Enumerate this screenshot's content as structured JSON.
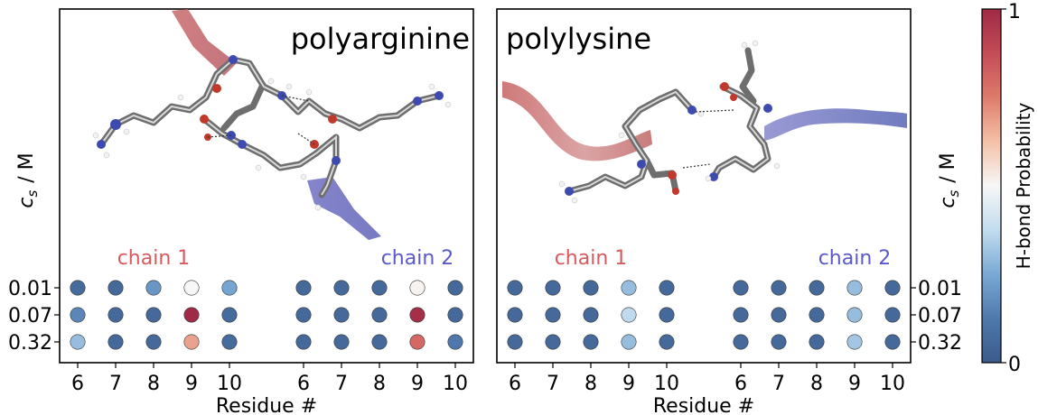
{
  "colorbar": {
    "label": "H-bond Probability",
    "tick_top": "1",
    "tick_bottom": "0",
    "range": [
      0,
      1
    ],
    "colors": [
      "#3b5a8a",
      "#4f79ac",
      "#7aa9d4",
      "#c2dcee",
      "#f7f7f7",
      "#f4c1a8",
      "#de7b6c",
      "#c44c57",
      "#9e2a45"
    ]
  },
  "axis_label_cs": "c",
  "axis_label_cs_sub": "s",
  "axis_label_cs_unit": "/ M",
  "chart_data": [
    {
      "type": "heatmap",
      "title": "polyarginine",
      "xlabel": "Residue #",
      "chain_labels": [
        "chain 1",
        "chain 2"
      ],
      "chain_colors": [
        "#d75a5f",
        "#5b59c8"
      ],
      "x_categories": [
        "6",
        "7",
        "8",
        "9",
        "10"
      ],
      "y_categories": [
        "0.01",
        "0.07",
        "0.32"
      ],
      "values": {
        "chain 1": [
          [
            0.07,
            0.06,
            0.2,
            0.5,
            0.24
          ],
          [
            0.16,
            0.06,
            0.06,
            1.0,
            0.07
          ],
          [
            0.3,
            0.06,
            0.06,
            0.68,
            0.07
          ]
        ],
        "chain 2": [
          [
            0.06,
            0.06,
            0.06,
            0.51,
            0.06
          ],
          [
            0.06,
            0.06,
            0.06,
            0.98,
            0.06
          ],
          [
            0.06,
            0.06,
            0.06,
            0.8,
            0.12
          ]
        ]
      }
    },
    {
      "type": "heatmap",
      "title": "polylysine",
      "xlabel": "Residue #",
      "chain_labels": [
        "chain 1",
        "chain 2"
      ],
      "chain_colors": [
        "#d75a5f",
        "#5b59c8"
      ],
      "x_categories": [
        "6",
        "7",
        "8",
        "9",
        "10"
      ],
      "y_categories": [
        "0.01",
        "0.07",
        "0.32"
      ],
      "values": {
        "chain 1": [
          [
            0.06,
            0.06,
            0.06,
            0.3,
            0.06
          ],
          [
            0.06,
            0.06,
            0.06,
            0.37,
            0.06
          ],
          [
            0.06,
            0.06,
            0.06,
            0.3,
            0.06
          ]
        ],
        "chain 2": [
          [
            0.06,
            0.06,
            0.06,
            0.3,
            0.06
          ],
          [
            0.06,
            0.06,
            0.06,
            0.3,
            0.06
          ],
          [
            0.06,
            0.06,
            0.06,
            0.32,
            0.06
          ]
        ]
      }
    }
  ]
}
